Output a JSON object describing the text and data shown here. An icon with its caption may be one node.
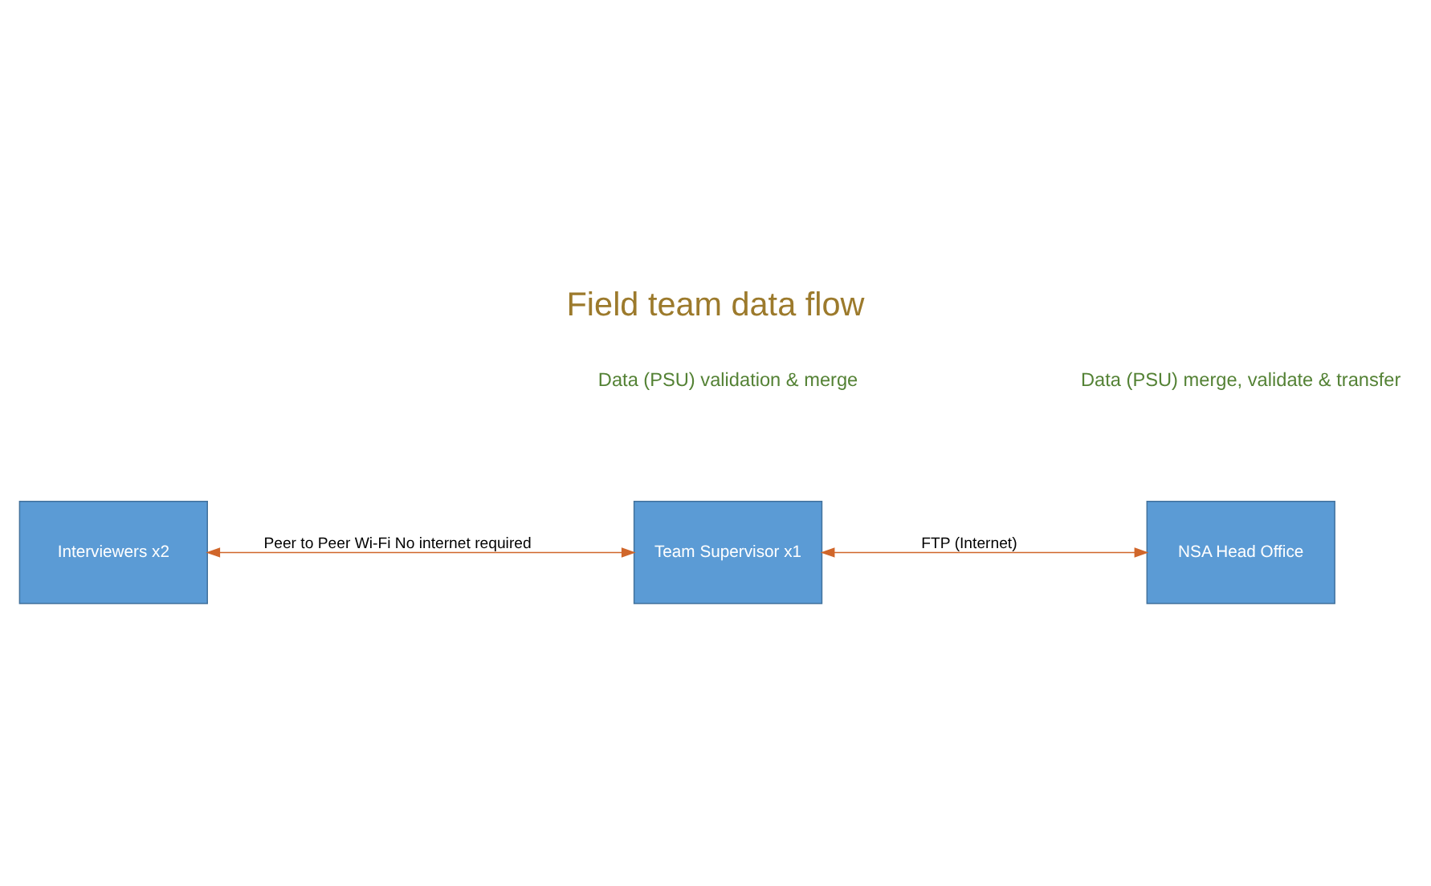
{
  "diagram": {
    "title": "Field team data flow",
    "nodes": [
      {
        "text": [
          "Interviewers x2"
        ]
      },
      {
        "text": [
          "Team Supervisor x1"
        ]
      },
      {
        "text": [
          "NSA Head Office"
        ]
      }
    ],
    "edges": [
      {
        "from": 0,
        "to": 1,
        "arrow": "both",
        "label": "Peer to Peer Wi-Fi No internet required"
      },
      {
        "from": 1,
        "to": 2,
        "arrow": "both",
        "label": "FTP (Internet)"
      }
    ],
    "labels": [
      "Data (PSU) validation & merge",
      "Data (PSU) merge, validate & transfer"
    ]
  }
}
